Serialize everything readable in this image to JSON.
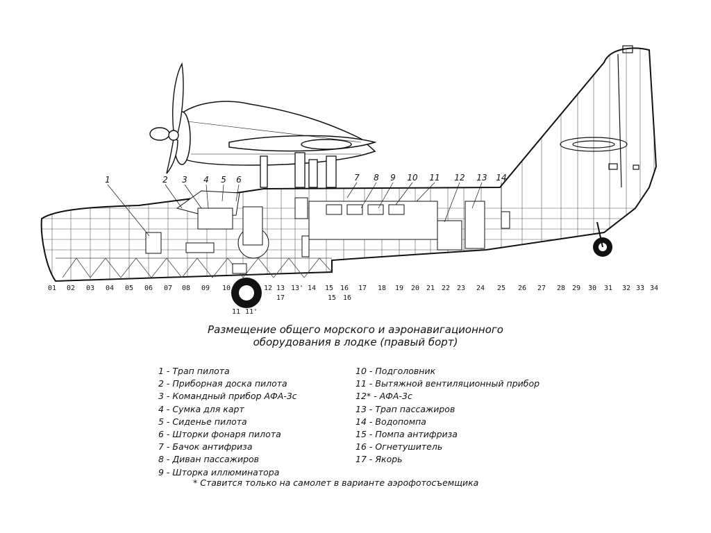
{
  "frame_labels": [
    "01",
    "02",
    "03",
    "04",
    "05",
    "06",
    "07",
    "08",
    "09",
    "10",
    "11",
    "11'",
    "12",
    "13",
    "13'",
    "14",
    "15",
    "16",
    "15",
    "16",
    "17",
    "17",
    "18",
    "19",
    "20",
    "21",
    "22",
    "23",
    "24",
    "25",
    "26",
    "27",
    "28",
    "29",
    "30",
    "31",
    "32",
    "33",
    "34"
  ],
  "callouts": [
    "1",
    "2",
    "3",
    "4",
    "5",
    "6",
    "7",
    "8",
    "9",
    "10",
    "11",
    "12",
    "13",
    "14"
  ],
  "title_line1": "Размещение общего морского и аэронавигационного",
  "title_line2": "оборудования в лодке (правый борт)",
  "legend_left": [
    "1 - Трап пилота",
    "2 - Приборная доска пилота",
    "3 - Командный прибор АФА-3с",
    "4 - Сумка для карт",
    "5 - Сиденье пилота",
    "6 - Шторки фонаря пилота",
    "7 - Бачок антифриза",
    "8 - Диван пассажиров",
    "9 - Шторка иллюминатора"
  ],
  "legend_right": [
    "10 - Подголовник",
    "11 - Вытяжной вентиляционный прибор",
    "12* - АФА-3с",
    "13 - Трап пассажиров",
    "14 - Водопомпа",
    "15 - Помпа антифриза",
    "16 - Огнетушитель",
    "17 - Якорь"
  ],
  "footnote": "* Ставится только на самолет в варианте аэрофотосъемщика"
}
